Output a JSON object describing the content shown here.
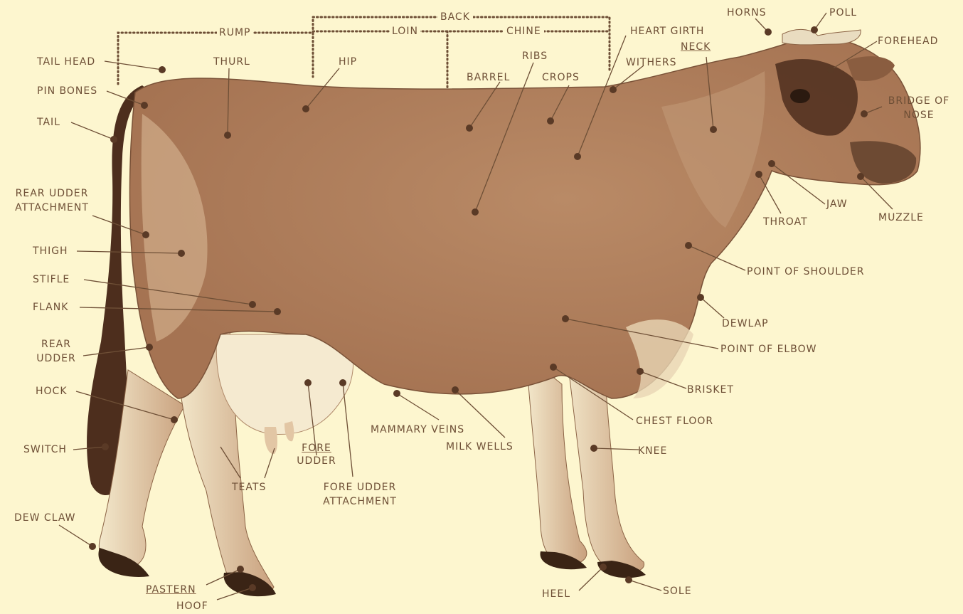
{
  "diagram": {
    "colors": {
      "background": "#fdf6cf",
      "cow_body": "#c9a685",
      "cow_dark": "#5a3a26",
      "cow_light": "#f1e5c8",
      "leader_line": "#6e4f36",
      "label_text": "#6e4f36"
    },
    "region_labels": {
      "back": "BACK",
      "rump": "RUMP",
      "loin": "LOIN",
      "chine": "CHINE"
    },
    "labels": {
      "tail_head": "TAIL HEAD",
      "thurl": "THURL",
      "hip": "HIP",
      "ribs": "RIBS",
      "barrel": "BARREL",
      "crops": "CROPS",
      "heart_girth": "HEART GIRTH",
      "neck": "NECK",
      "withers": "WITHERS",
      "horns": "HORNS",
      "poll": "POLL",
      "forehead": "FOREHEAD",
      "bridge_of_nose_1": "BRIDGE OF",
      "bridge_of_nose_2": "NOSE",
      "pin_bones": "PIN BONES",
      "tail": "TAIL",
      "rear_udder_attachment_1": "REAR UDDER",
      "rear_udder_attachment_2": "ATTACHMENT",
      "thigh": "THIGH",
      "stifle": "STIFLE",
      "flank": "FLANK",
      "rear_udder_1": "REAR",
      "rear_udder_2": "UDDER",
      "hock": "HOCK",
      "switch": "SWITCH",
      "dew_claw": "DEW CLAW",
      "pastern": "PASTERN",
      "hoof": "HOOF",
      "teats": "TEATS",
      "fore_udder_1": "FORE",
      "fore_udder_2": "UDDER",
      "fore_udder_attachment_1": "FORE UDDER",
      "fore_udder_attachment_2": "ATTACHMENT",
      "mammary_veins": "MAMMARY VEINS",
      "milk_wells": "MILK WELLS",
      "jaw": "JAW",
      "throat": "THROAT",
      "muzzle": "MUZZLE",
      "point_of_shoulder": "POINT OF SHOULDER",
      "dewlap": "DEWLAP",
      "point_of_elbow": "POINT OF ELBOW",
      "brisket": "BRISKET",
      "chest_floor": "CHEST FLOOR",
      "knee": "KNEE",
      "heel": "HEEL",
      "sole": "SOLE"
    }
  }
}
